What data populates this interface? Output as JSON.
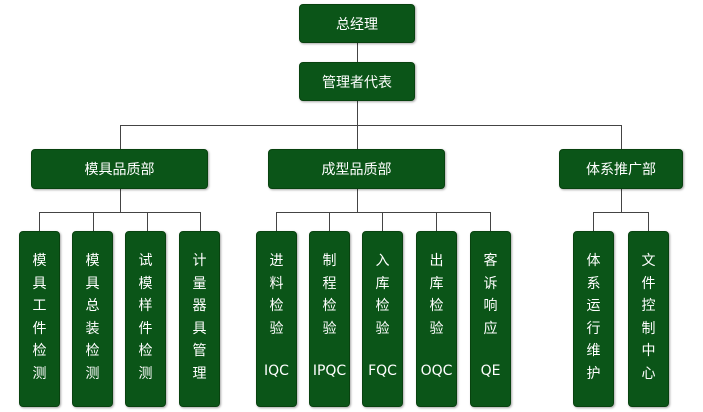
{
  "root": {
    "label": "总经理"
  },
  "representative": {
    "label": "管理者代表"
  },
  "departments": [
    {
      "label": "模具品质部",
      "children": [
        {
          "label": "模具工件检测"
        },
        {
          "label": "模具总装检测"
        },
        {
          "label": "试模样件检测"
        },
        {
          "label": "计量器具管理"
        }
      ]
    },
    {
      "label": "成型品质部",
      "children": [
        {
          "label": "进料检验",
          "code": "IQC"
        },
        {
          "label": "制程检验",
          "code": "IPQC"
        },
        {
          "label": "入库检验",
          "code": "FQC"
        },
        {
          "label": "出库检验",
          "code": "OQC"
        },
        {
          "label": "客诉响应",
          "code": "QE"
        }
      ]
    },
    {
      "label": "体系推广部",
      "children": [
        {
          "label": "体系运行维护"
        },
        {
          "label": "文件控制中心"
        }
      ]
    }
  ]
}
